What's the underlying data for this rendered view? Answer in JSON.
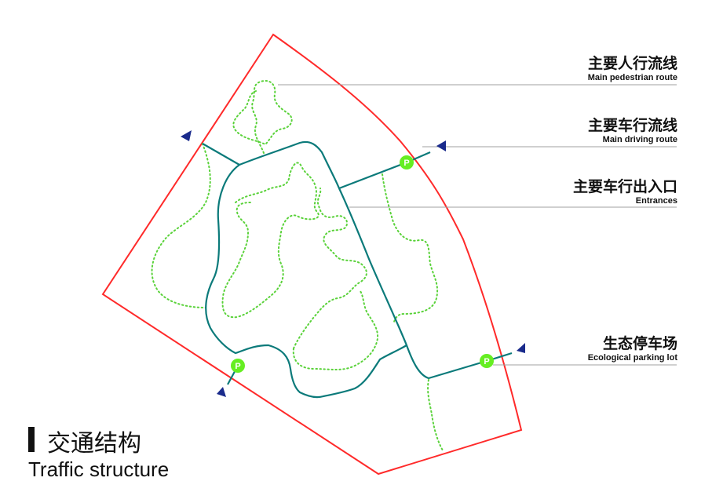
{
  "title": {
    "cn": "交通结构",
    "en": "Traffic structure"
  },
  "legend": [
    {
      "cn": "主要人行流线",
      "en": "Main pedestrian route"
    },
    {
      "cn": "主要车行流线",
      "en": "Main driving route"
    },
    {
      "cn": "主要车行出入口",
      "en": "Entrances"
    },
    {
      "cn": "生态停车场",
      "en": "Ecological parking lot"
    }
  ],
  "parking_symbol": "P",
  "colors": {
    "site_boundary": "#ff2a2a",
    "driving_route": "#0b7a7a",
    "pedestrian_route": "#5ad23a",
    "entrance_marker": "#1a2b8c",
    "parking": "#66ee22",
    "leader_line": "#a0a0a0"
  },
  "icons": [
    "entrance-triangle-icon",
    "parking-icon"
  ]
}
